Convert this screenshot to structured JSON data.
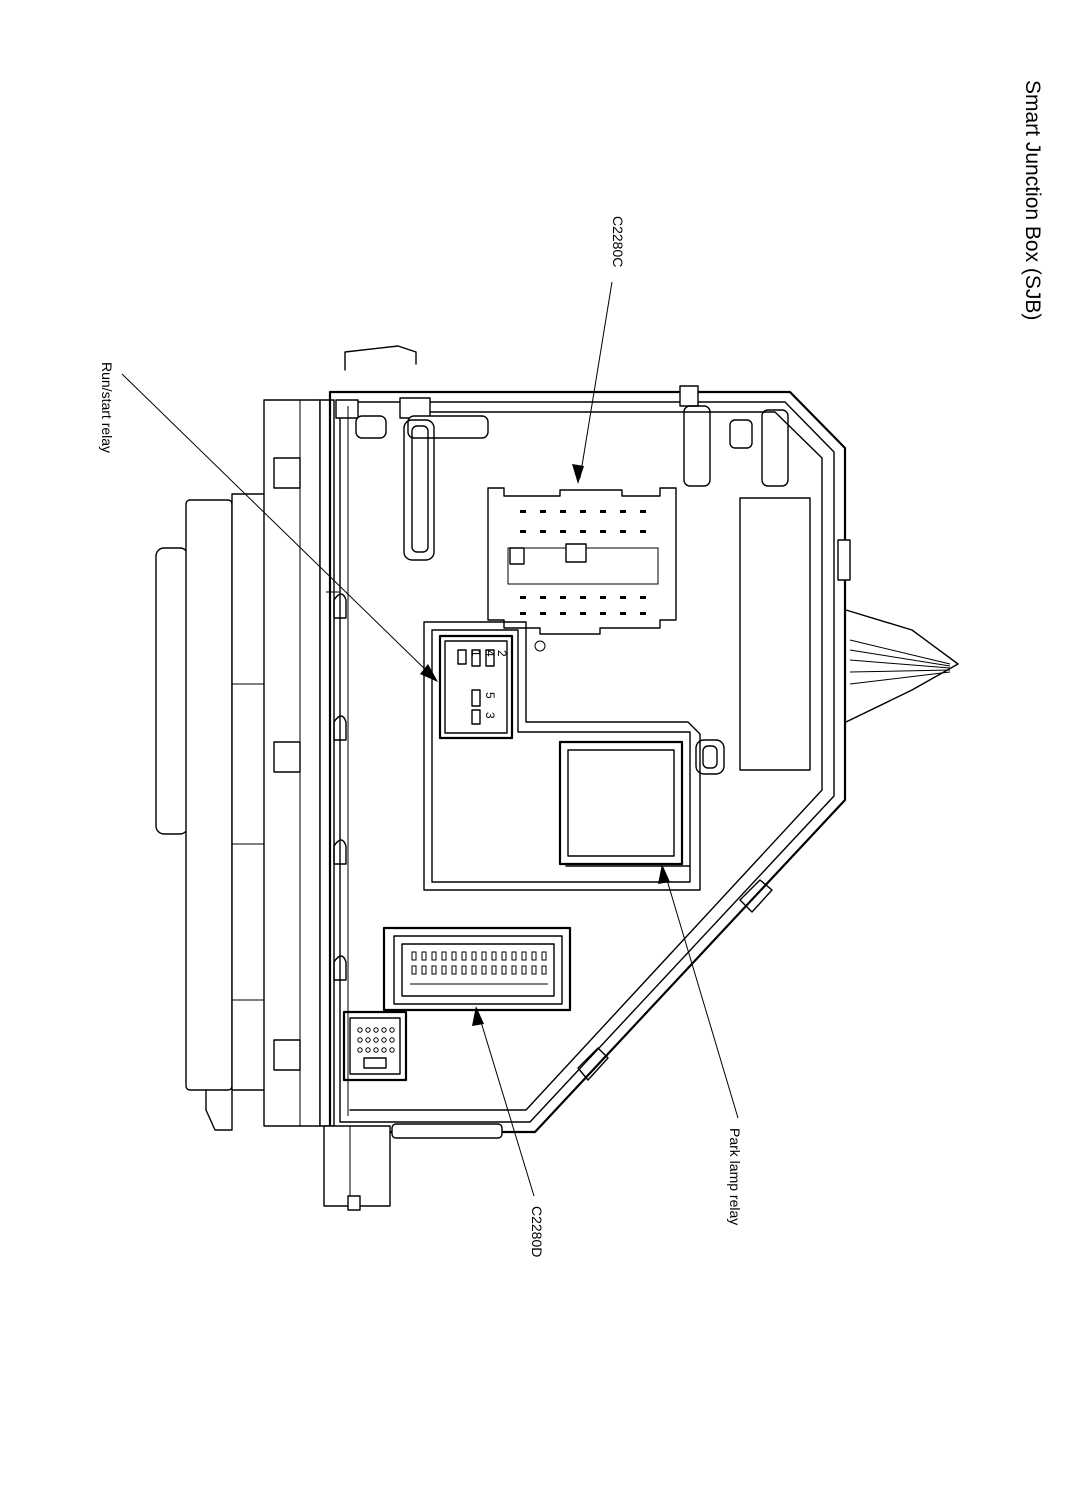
{
  "title": "Smart Junction Box (SJB)",
  "labels": {
    "c2280c": "C2280C",
    "run_start_relay": "Run/start relay",
    "park_lamp_relay": "Park lamp relay",
    "c2280d": "C2280D"
  },
  "relay_pins": {
    "pin2": "2",
    "pin4": "4",
    "pin1": "1",
    "pin5": "5",
    "pin3": "3"
  }
}
